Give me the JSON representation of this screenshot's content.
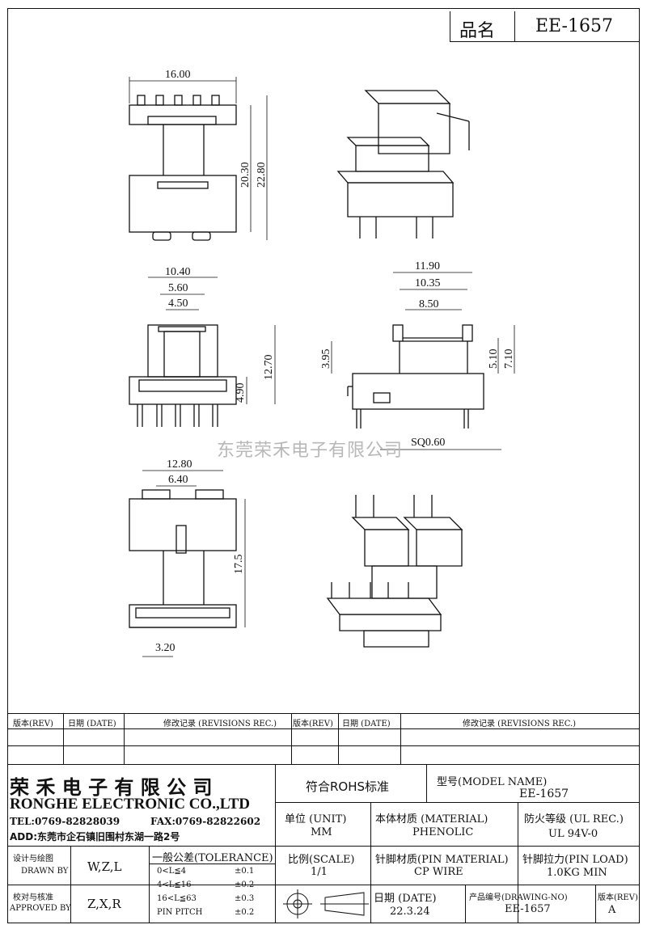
{
  "header": {
    "name_label": "品名",
    "part_number": "EE-1657"
  },
  "dimensions": {
    "view1": {
      "width": "16.00",
      "h1": "20.30",
      "h2": "22.80"
    },
    "view2": {
      "w1": "10.40",
      "w2": "5.60",
      "w3": "4.50",
      "h1": "12.70",
      "h2": "4.90"
    },
    "view3": {
      "w1": "11.90",
      "w2": "10.35",
      "w3": "8.50",
      "h_left": "3.95",
      "h1": "5.10",
      "h2": "7.10",
      "pin": "SQ0.60"
    },
    "view4": {
      "w1": "12.80",
      "w2": "6.40",
      "h1": "17.5",
      "pitch": "3.20"
    }
  },
  "watermark": "东莞荣禾电子有限公司",
  "revision_table": {
    "headers": [
      "版本(REV)",
      "日期 (DATE)",
      "修改记录 (REVISIONS REC.)",
      "版本(REV)",
      "日期 (DATE)",
      "修改记录 (REVISIONS REC.)"
    ]
  },
  "company": {
    "name_cn": "荣 禾 电 子 有 限 公 司",
    "name_en": "RONGHE ELECTRONIC CO.,LTD",
    "tel": "TEL:0769-82828039",
    "fax": "FAX:0769-82822602",
    "addr": "ADD:东莞市企石镇旧围村东湖一路2号"
  },
  "title_block": {
    "rohs": "符合ROHS标准",
    "model_label": "型号(MODEL NAME)",
    "model_value": "EE-1657",
    "unit_label": "单位 (UNIT)",
    "unit_value": "MM",
    "material_label": "本体材质 (MATERIAL)",
    "material_value": "PHENOLIC",
    "ul_label": "防火等级 (UL REC.)",
    "ul_value": "UL 94V-0",
    "designer_label_cn": "设计与绘图",
    "designer_label_en": "DRAWN BY",
    "designer_value": "W,Z,L",
    "checker_label_cn": "校对与核准",
    "checker_label_en": "APPROVED BY",
    "checker_value": "Z,X,R",
    "tolerance_label": "一般公差(TOLERANCE)",
    "tolerances": [
      {
        "range": "0<L≦4",
        "value": "±0.1"
      },
      {
        "range": "4<L≦16",
        "value": "±0.2"
      },
      {
        "range": "16<L≦63",
        "value": "±0.3"
      },
      {
        "range": "PIN PITCH",
        "value": "±0.2"
      }
    ],
    "scale_label": "比例(SCALE)",
    "scale_value": "1/1",
    "pin_material_label": "针脚材质(PIN MATERIAL)",
    "pin_material_value": "CP WIRE",
    "pin_load_label": "针脚拉力(PIN LOAD)",
    "pin_load_value": "1.0KG MIN",
    "date_label": "日期 (DATE)",
    "date_value": "22.3.24",
    "drawing_no_label": "产品编号(DRAWING-NO)",
    "drawing_no_value": "EE-1657",
    "rev_label": "版本(REV)",
    "rev_value": "A"
  }
}
